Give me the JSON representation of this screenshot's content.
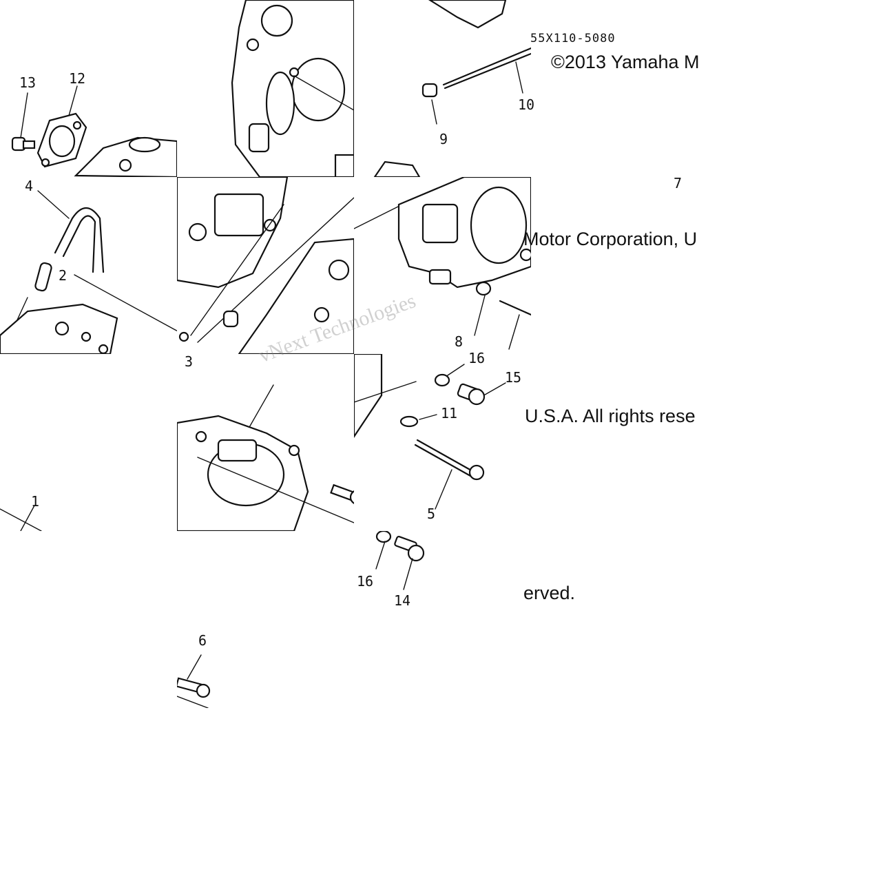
{
  "part_code": "55X110-5080",
  "copyright_lines": [
    "©2013 Yamaha M",
    "Motor Corporation, U",
    "U.S.A. All rights rese",
    "erved."
  ],
  "watermark": "vNext Technologies",
  "callouts": [
    "13",
    "12",
    "4",
    "2",
    "1",
    "3",
    "6",
    "16",
    "14",
    "5",
    "11",
    "15",
    "16",
    "8",
    "9",
    "10",
    "7"
  ]
}
